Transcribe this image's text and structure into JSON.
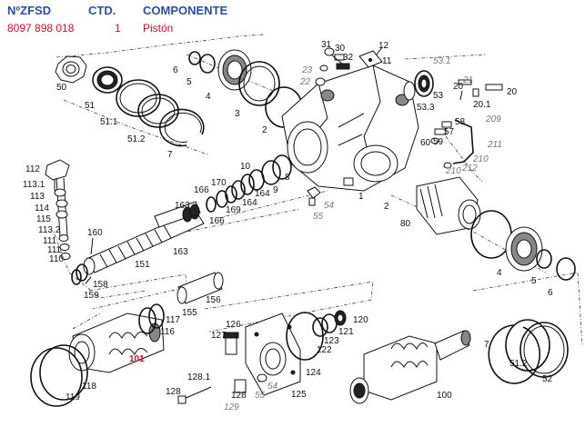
{
  "header": {
    "col_part_no": "NºZFSD",
    "col_qty": "CTD.",
    "col_component": "COMPONENTE"
  },
  "row": {
    "part_no": "8097 898 018",
    "qty": "1",
    "component": "Pistón"
  },
  "colors": {
    "header_blue": "#2b4fa0",
    "row_red": "#c8102e",
    "highlight_label": "#c8102e"
  },
  "diagram": {
    "highlighted_callout": "101",
    "callouts": [
      {
        "id": "c50",
        "text": "50"
      },
      {
        "id": "c6a",
        "text": "6"
      },
      {
        "id": "c5a",
        "text": "5"
      },
      {
        "id": "c4a",
        "text": "4"
      },
      {
        "id": "c3",
        "text": "3"
      },
      {
        "id": "c51",
        "text": "51"
      },
      {
        "id": "c511a",
        "text": "51.1"
      },
      {
        "id": "c512a",
        "text": "51.2"
      },
      {
        "id": "c7a",
        "text": "7"
      },
      {
        "id": "c2a",
        "text": "2"
      },
      {
        "id": "c31",
        "text": "31"
      },
      {
        "id": "c30",
        "text": "30"
      },
      {
        "id": "c23",
        "text": "23"
      },
      {
        "id": "c32",
        "text": "32"
      },
      {
        "id": "c22",
        "text": "22"
      },
      {
        "id": "c12",
        "text": "12"
      },
      {
        "id": "c11",
        "text": "11"
      },
      {
        "id": "c531",
        "text": "53.1"
      },
      {
        "id": "c21a",
        "text": "21"
      },
      {
        "id": "c20a",
        "text": "20"
      },
      {
        "id": "c20b",
        "text": "20"
      },
      {
        "id": "c201",
        "text": "20.1"
      },
      {
        "id": "c53",
        "text": "53"
      },
      {
        "id": "c533",
        "text": "53.3"
      },
      {
        "id": "c209",
        "text": "209"
      },
      {
        "id": "c58",
        "text": "58"
      },
      {
        "id": "c57",
        "text": "57"
      },
      {
        "id": "c59",
        "text": "59"
      },
      {
        "id": "c60",
        "text": "60"
      },
      {
        "id": "c211",
        "text": "211"
      },
      {
        "id": "c210a",
        "text": "210"
      },
      {
        "id": "c210b",
        "text": "210"
      },
      {
        "id": "c212",
        "text": "212"
      },
      {
        "id": "c112",
        "text": "112"
      },
      {
        "id": "c1131",
        "text": "113.1"
      },
      {
        "id": "c113",
        "text": "113"
      },
      {
        "id": "c114",
        "text": "114"
      },
      {
        "id": "c115",
        "text": "115"
      },
      {
        "id": "c1132",
        "text": "113.2"
      },
      {
        "id": "c111a",
        "text": "111"
      },
      {
        "id": "c111b",
        "text": "111"
      },
      {
        "id": "c110",
        "text": "110"
      },
      {
        "id": "c10",
        "text": "10"
      },
      {
        "id": "c170",
        "text": "170"
      },
      {
        "id": "c166a",
        "text": "166"
      },
      {
        "id": "c166b",
        "text": "166"
      },
      {
        "id": "c169",
        "text": "169"
      },
      {
        "id": "c164a",
        "text": "164"
      },
      {
        "id": "c164b",
        "text": "164"
      },
      {
        "id": "c9",
        "text": "9"
      },
      {
        "id": "c8",
        "text": "8"
      },
      {
        "id": "c163a",
        "text": "163"
      },
      {
        "id": "c163b",
        "text": "163"
      },
      {
        "id": "c1",
        "text": "1"
      },
      {
        "id": "c2b",
        "text": "2"
      },
      {
        "id": "c54a",
        "text": "54"
      },
      {
        "id": "c55a",
        "text": "55"
      },
      {
        "id": "c80",
        "text": "80"
      },
      {
        "id": "c160",
        "text": "160"
      },
      {
        "id": "c151",
        "text": "151"
      },
      {
        "id": "c158",
        "text": "158"
      },
      {
        "id": "c159",
        "text": "159"
      },
      {
        "id": "c156",
        "text": "156"
      },
      {
        "id": "c155",
        "text": "155"
      },
      {
        "id": "c117",
        "text": "117"
      },
      {
        "id": "c116",
        "text": "116"
      },
      {
        "id": "c4b",
        "text": "4"
      },
      {
        "id": "c5b",
        "text": "5"
      },
      {
        "id": "c6b",
        "text": "6"
      },
      {
        "id": "c126",
        "text": "126"
      },
      {
        "id": "c127",
        "text": "127"
      },
      {
        "id": "c120",
        "text": "120"
      },
      {
        "id": "c121",
        "text": "121"
      },
      {
        "id": "c123",
        "text": "123"
      },
      {
        "id": "c122",
        "text": "122"
      },
      {
        "id": "c124",
        "text": "124"
      },
      {
        "id": "c101",
        "text": "101"
      },
      {
        "id": "c118",
        "text": "118"
      },
      {
        "id": "c119",
        "text": "119"
      },
      {
        "id": "c1281",
        "text": "128.1"
      },
      {
        "id": "c128a",
        "text": "128"
      },
      {
        "id": "c128b",
        "text": "128"
      },
      {
        "id": "c129",
        "text": "129"
      },
      {
        "id": "c55b",
        "text": "55"
      },
      {
        "id": "c54b",
        "text": "54"
      },
      {
        "id": "c125",
        "text": "125"
      },
      {
        "id": "c100",
        "text": "100"
      },
      {
        "id": "c7b",
        "text": "7"
      },
      {
        "id": "c512b",
        "text": "51.2"
      },
      {
        "id": "c52",
        "text": "52"
      }
    ]
  }
}
